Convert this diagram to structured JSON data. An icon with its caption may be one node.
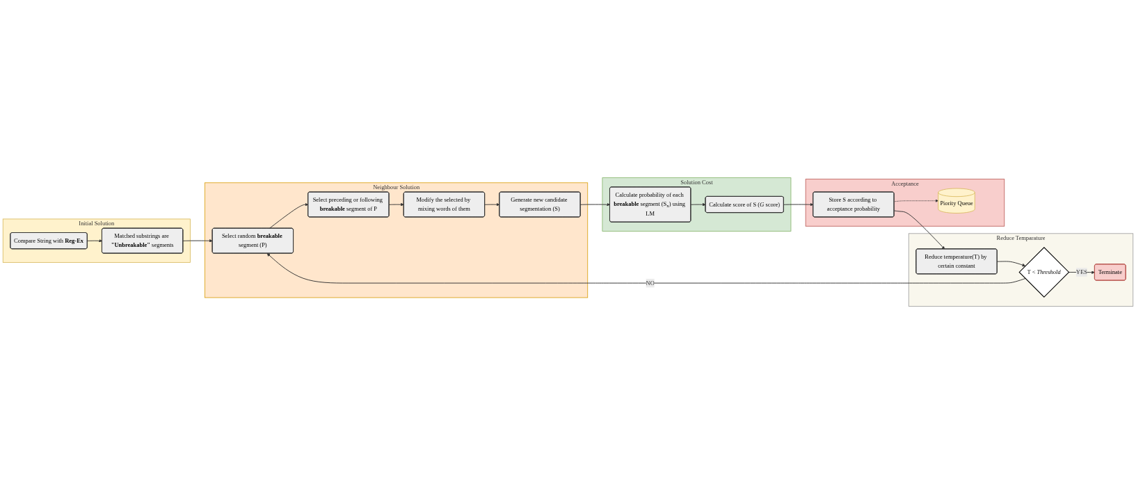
{
  "diagram": {
    "nodes": [
      {
        "text": [
          "Initial Solution"
        ]
      },
      {
        "text": [
          "Compare String with **Reg-Ex**"
        ],
        "in": 0
      },
      {
        "text": [
          "Matched substrings are **\"Unbreakable\"** segments"
        ],
        "in": 0
      },
      {
        "text": [
          "Neighbour Solution"
        ]
      },
      {
        "text": [
          "Select random **breakable** segment (P)"
        ],
        "in": 3
      },
      {
        "text": [
          "Select preceding or following **breakable** segment of P"
        ],
        "in": 3
      },
      {
        "text": [
          "Modify the selected by mixing words of them"
        ],
        "in": 3
      },
      {
        "text": [
          "Generate new candidate segmentation (S)"
        ],
        "in": 3
      },
      {
        "text": [
          "Solution Cost"
        ]
      },
      {
        "text": [
          "Calculate probability of each **breakable** segment (S$_{x}$) using LM"
        ],
        "in": 8
      },
      {
        "text": [
          "Calculate score of S (*G* score)"
        ],
        "in": 8
      },
      {
        "text": [
          "Acceptance"
        ]
      },
      {
        "text": [
          "Store S according to acceptance probability"
        ],
        "in": 11
      },
      {
        "text": [
          "Piority Queue"
        ],
        "in": 11
      },
      {
        "text": [
          "Reduce Temparature"
        ]
      },
      {
        "text": [
          "Reduce temperature(T) by certain constant"
        ],
        "in": 14
      },
      {
        "text": [
          "T < *Threshold*"
        ],
        "in": 14
      },
      {
        "text": [
          "Terminate"
        ],
        "in": 14
      }
    ],
    "edges": [
      {
        "from": 1,
        "to": 2,
        "arrow": "to"
      },
      {
        "from": 2,
        "to": 4,
        "arrow": "to"
      },
      {
        "from": 4,
        "to": 5,
        "arrow": "to"
      },
      {
        "from": 5,
        "to": 6,
        "arrow": "to"
      },
      {
        "from": 6,
        "to": 7,
        "arrow": "to"
      },
      {
        "from": 7,
        "to": 9,
        "arrow": "to"
      },
      {
        "from": 9,
        "to": 10,
        "arrow": "to"
      },
      {
        "from": 10,
        "to": 12,
        "arrow": "to"
      },
      {
        "from": 12,
        "to": 13,
        "arrow": "to",
        "style": "dashed"
      },
      {
        "from": 12,
        "to": 15,
        "arrow": "to"
      },
      {
        "from": 15,
        "to": 16,
        "arrow": "to"
      },
      {
        "from": 16,
        "to": 4,
        "arrow": "to",
        "label": "NO"
      },
      {
        "from": 16,
        "to": 17,
        "arrow": "to",
        "label": "YES"
      }
    ]
  }
}
